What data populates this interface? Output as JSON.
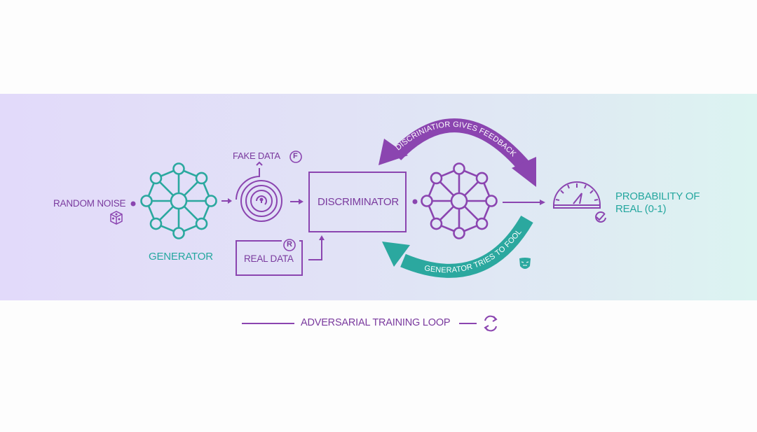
{
  "colors": {
    "purple": "#8b45b0",
    "teal": "#2ba89f",
    "band_left": "#e2dafa",
    "band_right": "#dcf4f1"
  },
  "input": {
    "label": "RANDOM NOISE",
    "icon": "dice-icon"
  },
  "generator": {
    "label": "GENERATOR",
    "icon": "neural-network-icon"
  },
  "fake_data": {
    "label": "FAKE DATA",
    "badge": "F",
    "icon": "spiral-icon"
  },
  "real_data": {
    "label": "REAL DATA",
    "badge": "R"
  },
  "discriminator": {
    "label": "DISCRIMINATOR",
    "icon": "neural-network-icon"
  },
  "output": {
    "label_line1": "PROBABILITY OF",
    "label_line2": "REAL (0-1)",
    "icon": "gauge-icon",
    "check_icon": "check-circle-icon"
  },
  "feedback_arrow": {
    "label": "DISCRINIATIOR GIVES FEEDBACK"
  },
  "fool_arrow": {
    "label": "GENERATOR TRIES TO FOOL",
    "icon": "mask-icon"
  },
  "footer": {
    "label": "ADVERSARIAL TRAINING LOOP",
    "icon": "refresh-icon"
  }
}
